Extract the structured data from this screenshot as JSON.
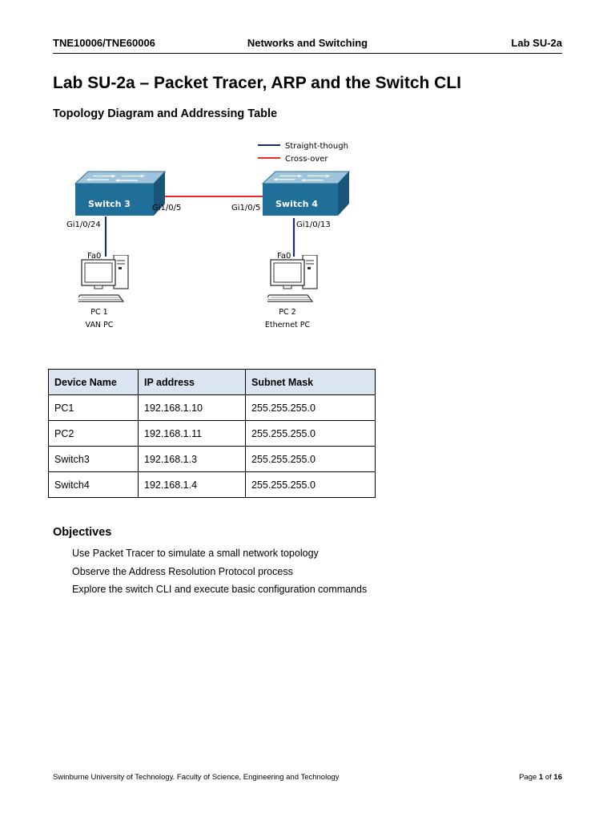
{
  "header": {
    "left": "TNE10006/TNE60006",
    "center": "Networks and Switching",
    "right": "Lab SU-2a"
  },
  "title": "Lab SU-2a – Packet Tracer, ARP and the Switch CLI",
  "topology": {
    "section_title": "Topology Diagram and Addressing Table",
    "legend": {
      "straight": "Straight-though",
      "cross": "Cross-over"
    },
    "colors": {
      "straight": "#1f2f6e",
      "cross": "#e8272f",
      "switch": "#1f6f99"
    },
    "switch3": {
      "label": "Switch 3",
      "port_right": "Gi1/0/5",
      "port_down": "Gi1/0/24"
    },
    "switch4": {
      "label": "Switch 4",
      "port_left": "Gi1/0/5",
      "port_down": "Gi1/0/13"
    },
    "pc1": {
      "port": "Fa0",
      "name": "PC 1",
      "desc": "VAN PC"
    },
    "pc2": {
      "port": "Fa0",
      "name": "PC 2",
      "desc": "Ethernet PC"
    }
  },
  "table": {
    "headers": [
      "Device Name",
      "IP address",
      "Subnet Mask"
    ],
    "rows": [
      [
        "PC1",
        "192.168.1.10",
        "255.255.255.0"
      ],
      [
        "PC2",
        "192.168.1.11",
        "255.255.255.0"
      ],
      [
        "Switch3",
        "192.168.1.3",
        "255.255.255.0"
      ],
      [
        "Switch4",
        "192.168.1.4",
        "255.255.255.0"
      ]
    ]
  },
  "objectives": {
    "title": "Objectives",
    "items": [
      "Use Packet Tracer to simulate a small network topology",
      "Observe the Address Resolution Protocol process",
      "Explore the switch CLI and execute basic configuration commands"
    ]
  },
  "footer": {
    "left": "Swinburne University of Technology. Faculty of Science, Engineering and Technology",
    "page_label": "Page",
    "page_current": "1",
    "page_sep": "of",
    "page_total": "16"
  }
}
